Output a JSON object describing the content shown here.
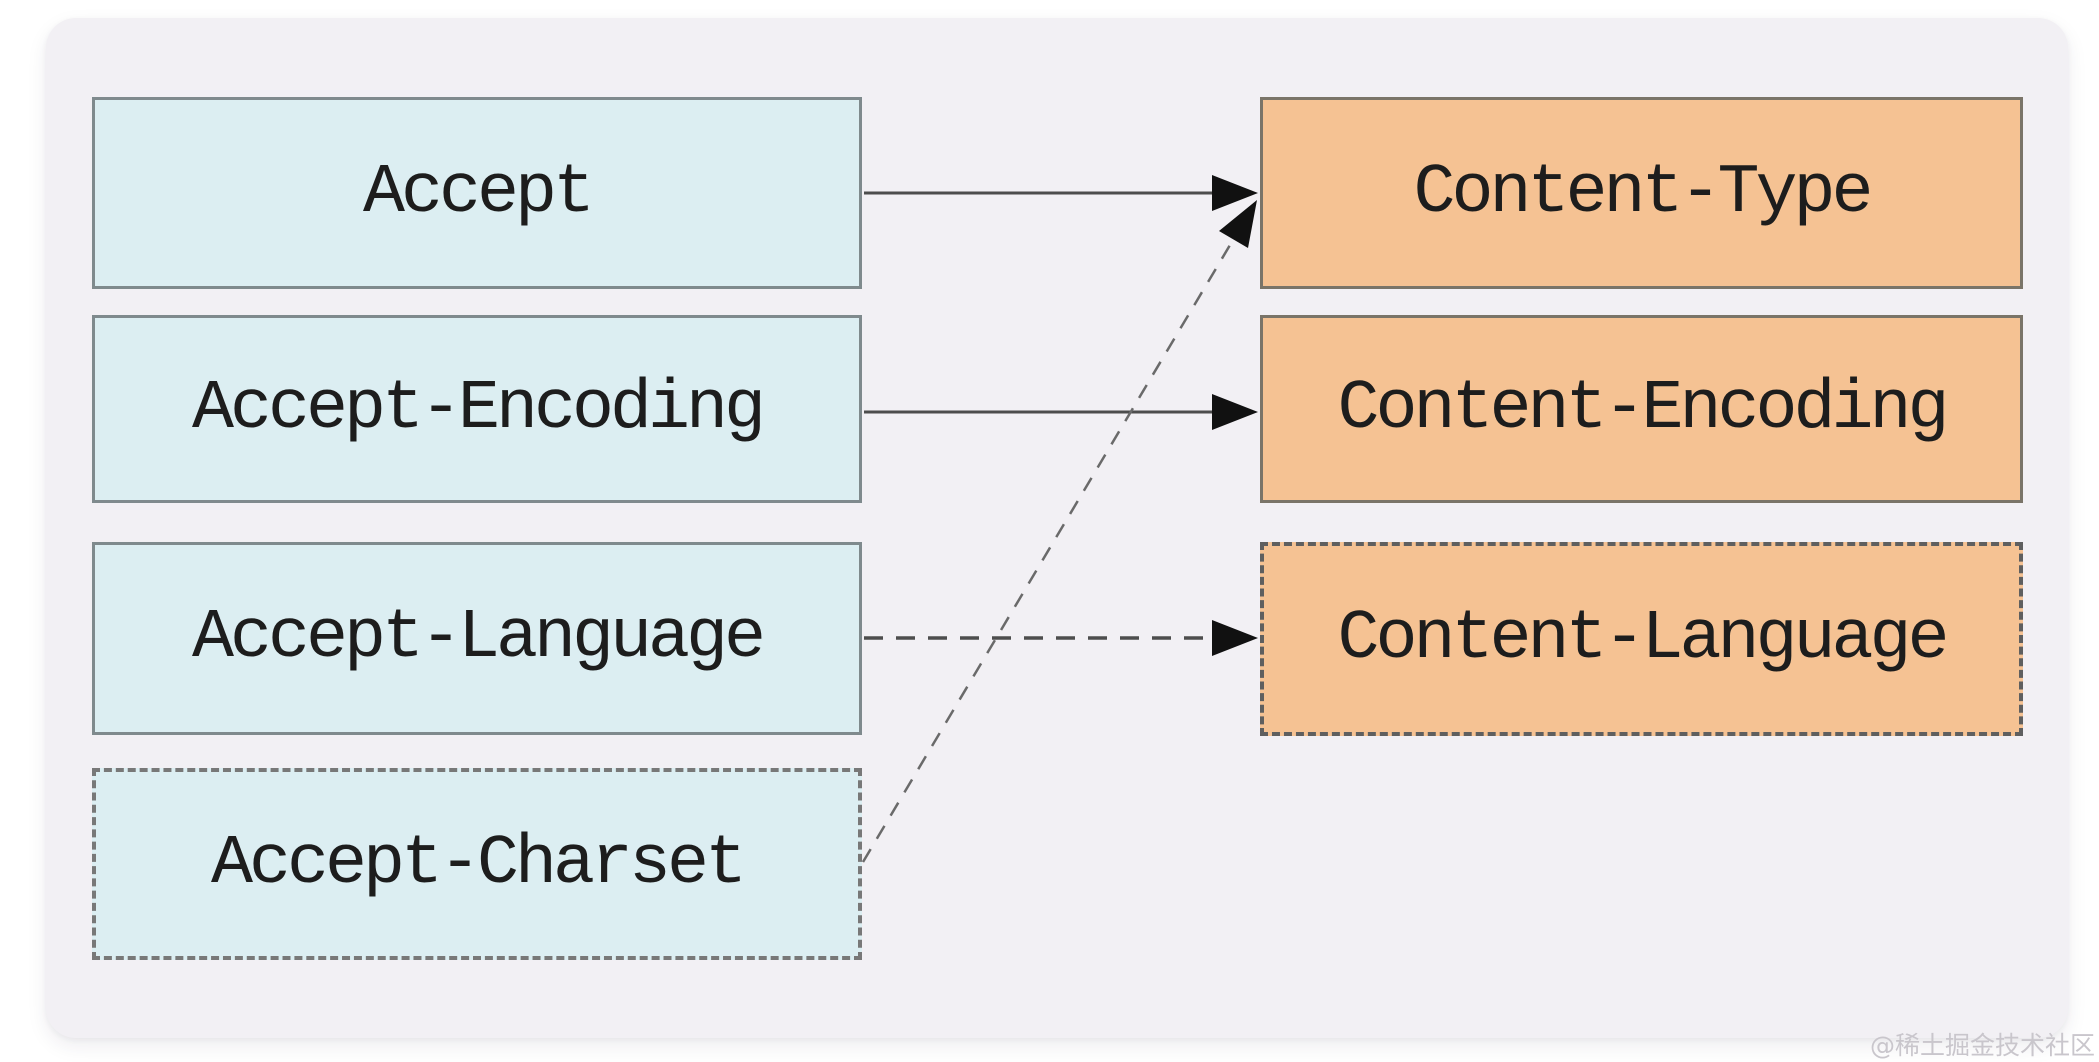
{
  "diagram": {
    "title_hint": "HTTP request headers mapped to response headers",
    "left_column": [
      {
        "label": "Accept",
        "border": "solid"
      },
      {
        "label": "Accept-Encoding",
        "border": "solid"
      },
      {
        "label": "Accept-Language",
        "border": "solid"
      },
      {
        "label": "Accept-Charset",
        "border": "dashed"
      }
    ],
    "right_column": [
      {
        "label": "Content-Type",
        "border": "solid"
      },
      {
        "label": "Content-Encoding",
        "border": "solid"
      },
      {
        "label": "Content-Language",
        "border": "dashed"
      }
    ],
    "connections": [
      {
        "from": "Accept",
        "to": "Content-Type",
        "line": "solid"
      },
      {
        "from": "Accept-Encoding",
        "to": "Content-Encoding",
        "line": "solid"
      },
      {
        "from": "Accept-Language",
        "to": "Content-Language",
        "line": "dashed"
      },
      {
        "from": "Accept-Charset",
        "to": "Content-Type",
        "line": "dashed"
      }
    ],
    "colors": {
      "request_box_fill": "#dceef2",
      "response_box_fill": "#f5c293",
      "panel_background": "#f2f0f4",
      "page_background": "#ffffff",
      "arrow_stroke": "#4d4d4d",
      "arrowhead_fill": "#111111"
    }
  },
  "watermark": "@稀土掘金技术社区"
}
